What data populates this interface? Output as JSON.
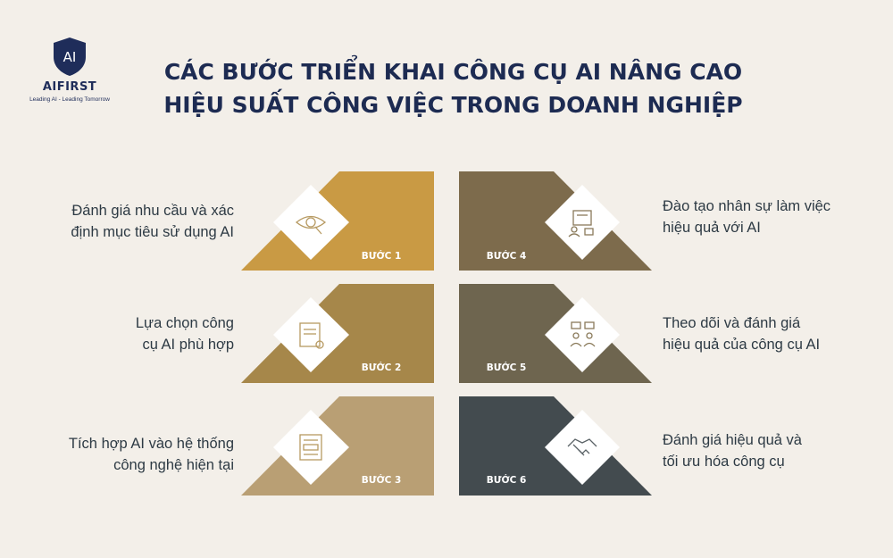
{
  "logo": {
    "name": "AIFIRST",
    "mark": "AI",
    "tagline": "Leading AI - Leading Tomorrow"
  },
  "title": {
    "line1": "CÁC BƯỚC TRIỂN KHAI CÔNG CỤ AI NÂNG CAO",
    "line2": "HIỆU SUẤT CÔNG VIỆC TRONG DOANH NGHIỆP"
  },
  "steps": [
    {
      "label": "BƯỚC 1",
      "text": [
        "Đánh giá nhu cầu và xác",
        "định mục tiêu sử dụng AI"
      ],
      "color": "#c99a44",
      "icon": "eye-search-icon"
    },
    {
      "label": "BƯỚC 2",
      "text": [
        "Lựa chọn công",
        "cụ AI phù hợp"
      ],
      "color": "#a6874a",
      "icon": "certificate-icon"
    },
    {
      "label": "BƯỚC 3",
      "text": [
        "Tích hợp AI vào hệ thống",
        "công nghệ hiện tại"
      ],
      "color": "#b99f74",
      "icon": "document-form-icon"
    },
    {
      "label": "BƯỚC 4",
      "text": [
        "Đào tạo nhân sự làm việc",
        "hiệu quả với AI"
      ],
      "color": "#7d6b4c",
      "icon": "training-icon"
    },
    {
      "label": "BƯỚC 5",
      "text": [
        "Theo dõi và đánh giá",
        "hiệu quả của công cụ AI"
      ],
      "color": "#6e654f",
      "icon": "discussion-icon"
    },
    {
      "label": "BƯỚC 6",
      "text": [
        "Đánh giá hiệu quả và",
        "tối ưu hóa công cụ"
      ],
      "color": "#434b4f",
      "icon": "handshake-icon"
    }
  ]
}
